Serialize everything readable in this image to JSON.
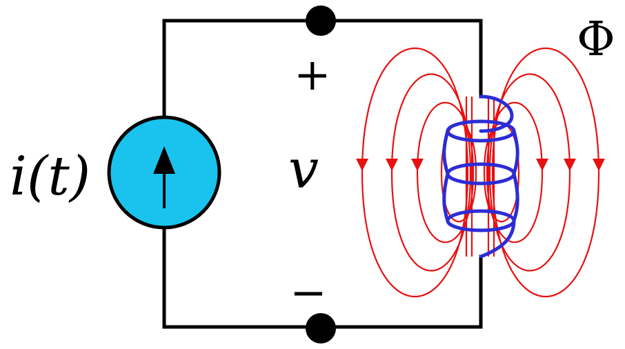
{
  "labels": {
    "source": "i(t)",
    "voltage": "v",
    "plus": "+",
    "minus": "−",
    "flux": "Φ"
  },
  "colors": {
    "wire": "#000000",
    "source_fill": "#19c3ee",
    "coil": "#2c2cd6",
    "field": "#e81010",
    "node": "#000000"
  },
  "icons": {
    "source_arrow": "arrow-up-icon",
    "field_arrow": "triangle-down-icon"
  }
}
